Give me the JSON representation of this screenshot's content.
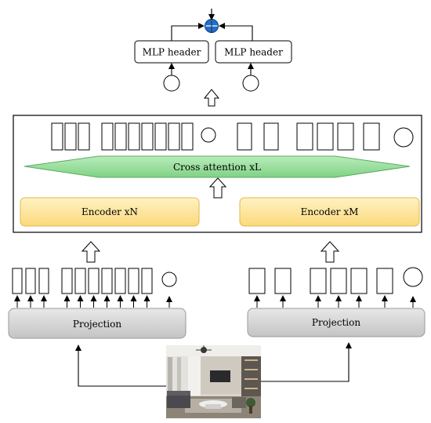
{
  "heads": {
    "left_label": "MLP header",
    "right_label": "MLP header",
    "combine_symbol": "+"
  },
  "cross_attention": {
    "label": "Cross attention xL"
  },
  "encoders": {
    "left_label": "Encoder xN",
    "right_label": "Encoder xM"
  },
  "projections": {
    "left_label": "Projection",
    "right_label": "Projection"
  },
  "input_image": {
    "description_icon": "room-photo"
  },
  "token_groups": {
    "top_left": [
      3,
      7
    ],
    "top_right": [
      2,
      4
    ],
    "bottom_left": [
      3,
      7
    ],
    "bottom_right": [
      2,
      4
    ]
  },
  "colors": {
    "encoder_fill": "#fde49a",
    "encoder_border": "#e6b64a",
    "attention_fill": "#8fdc94",
    "attention_border": "#5cab62",
    "projection_fill": "#d4d4d4",
    "projection_border": "#9a9a9a",
    "combine_fill": "#1f6fd1"
  }
}
